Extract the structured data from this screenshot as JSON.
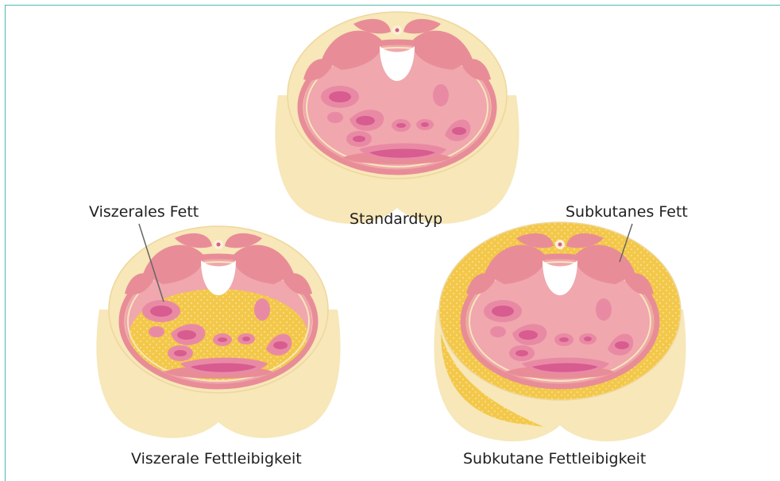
{
  "diagram": {
    "panels": [
      {
        "id": "standard",
        "caption": "Standardtyp"
      },
      {
        "id": "visceral",
        "caption": "Viszerale Fettleibigkeit",
        "callout": "Viszerales Fett"
      },
      {
        "id": "subcutaneous",
        "caption": "Subkutane Fettleibigkeit",
        "callout": "Subkutanes Fett"
      }
    ]
  },
  "colors": {
    "frame": "#4fb8b0",
    "skin": "#f7e7b9",
    "skin_outline": "#efd79c",
    "muscle": "#e88d97",
    "muscle_light": "#f0a7ae",
    "organ": "#e98aa5",
    "organ_inner": "#d85c8f",
    "fat": "#f3c84a"
  }
}
